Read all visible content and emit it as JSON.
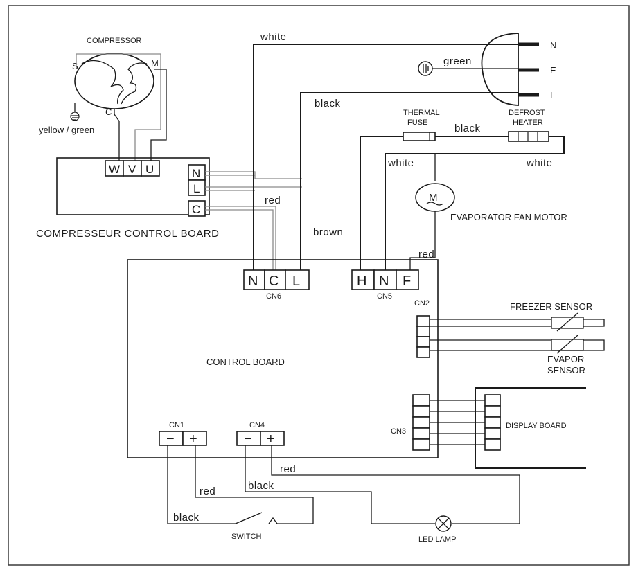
{
  "compressor": {
    "title": "COMPRESSOR",
    "pin_s": "S",
    "pin_m": "M",
    "pin_c": "C",
    "ground_label": "yellow / green"
  },
  "compressor_board": {
    "label": "COMPRESSEUR CONTROL BOARD",
    "pins_w": "W",
    "pins_v": "V",
    "pins_u": "U",
    "pin_n": "N",
    "pin_l": "L",
    "pin_c": "C"
  },
  "plug": {
    "n": "N",
    "e": "E",
    "l": "L",
    "green": "green"
  },
  "wires": {
    "white_top": "white",
    "black_l": "black",
    "red_c": "red",
    "brown": "brown",
    "black_fuse": "black",
    "white_left": "white",
    "white_right": "white",
    "red_f": "red",
    "red_cn1": "red",
    "black_cn1": "black",
    "red_cn4": "red",
    "black_cn4": "black"
  },
  "components": {
    "thermal_fuse_1": "THERMAL",
    "thermal_fuse_2": "FUSE",
    "defrost_1": "DEFROST",
    "defrost_2": "HEATER",
    "fan_motor": "EVAPORATOR FAN MOTOR",
    "motor_symbol": "M",
    "freezer_sensor": "FREEZER SENSOR",
    "evapor_1": "EVAPOR",
    "evapor_2": "SENSOR",
    "display_board": "DISPLAY BOARD",
    "switch": "SWITCH",
    "led_lamp": "LED LAMP"
  },
  "control_board": {
    "label": "CONTROL BOARD",
    "cn6": "CN6",
    "cn6_n": "N",
    "cn6_c": "C",
    "cn6_l": "L",
    "cn5": "CN5",
    "cn5_h": "H",
    "cn5_n": "N",
    "cn5_f": "F",
    "cn2": "CN2",
    "cn3": "CN3",
    "cn1": "CN1",
    "cn1_minus": "−",
    "cn1_plus": "+",
    "cn4": "CN4",
    "cn4_minus": "−",
    "cn4_plus": "+"
  }
}
